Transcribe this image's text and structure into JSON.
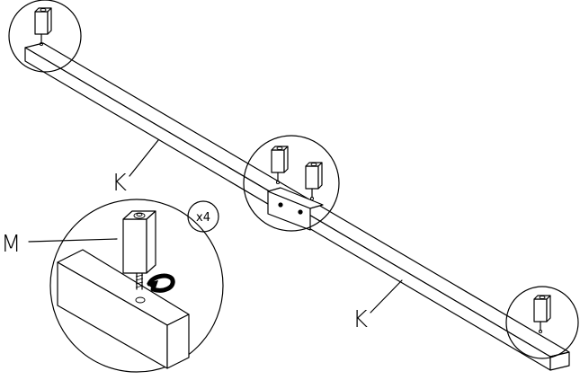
{
  "labels": {
    "part_k_upper": "K",
    "part_k_lower": "K",
    "part_m": "M",
    "quantity": "x4"
  }
}
